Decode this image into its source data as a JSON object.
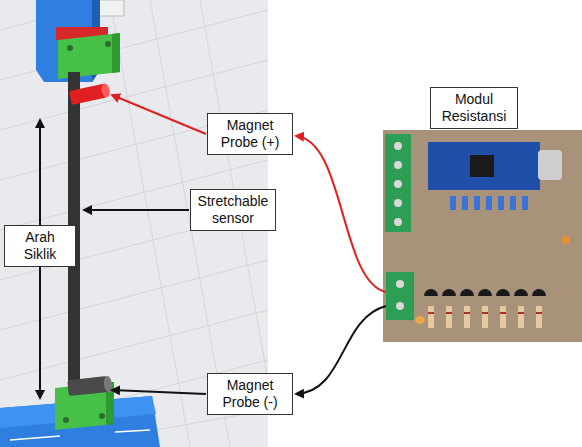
{
  "diagram": {
    "nodes": [
      {
        "text": [
          "Modul Resistansi"
        ]
      },
      {
        "text": [
          "Magnet Probe (+)"
        ]
      },
      {
        "text": [
          "Stretchable sensor"
        ]
      },
      {
        "text": [
          "Arah Siklik"
        ]
      },
      {
        "text": [
          "Magnet Probe (-)"
        ]
      }
    ]
  }
}
